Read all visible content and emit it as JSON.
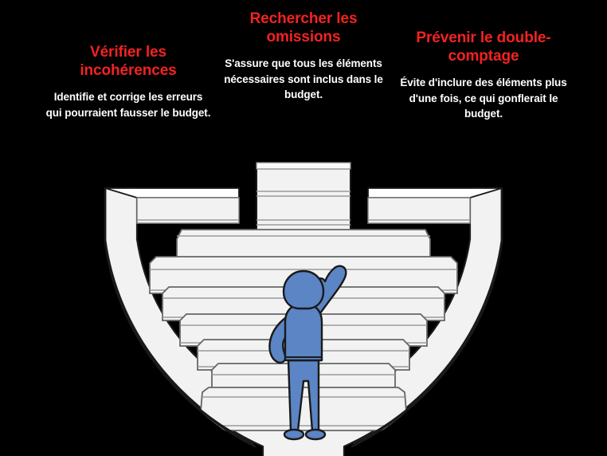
{
  "background_color": "#000000",
  "accent_colors": {
    "title_red": "#f42222",
    "body_white": "#ffffff",
    "structure_fill": "#f2f2f2",
    "structure_stroke": "#808080",
    "structure_outline": "#1a1a1a",
    "figure_blue": "#5b85c4",
    "figure_outline": "#1a1a1a"
  },
  "columns": [
    {
      "id": "verifier-les-incoherences",
      "title": "Vérifier les incohérences",
      "body": "Identifie et corrige les erreurs qui pourraient fausser le budget."
    },
    {
      "id": "rechercher-les-omissions",
      "title": "Rechercher les omissions",
      "body": "S'assure que tous les éléments nécessaires sont inclus dans le budget."
    },
    {
      "id": "prevenir-le-double-comptage",
      "title": "Prévenir le double-comptage",
      "body": "Évite d'inclure des éléments plus d'une fois, ce qui gonflerait le budget."
    }
  ],
  "illustration": {
    "name": "stepped-funnel-with-person",
    "description": "Inverted stepped pyramid / funnel of stacked white blocks with a blue human figure standing in front, one hand on hip and one hand scratching the head"
  }
}
